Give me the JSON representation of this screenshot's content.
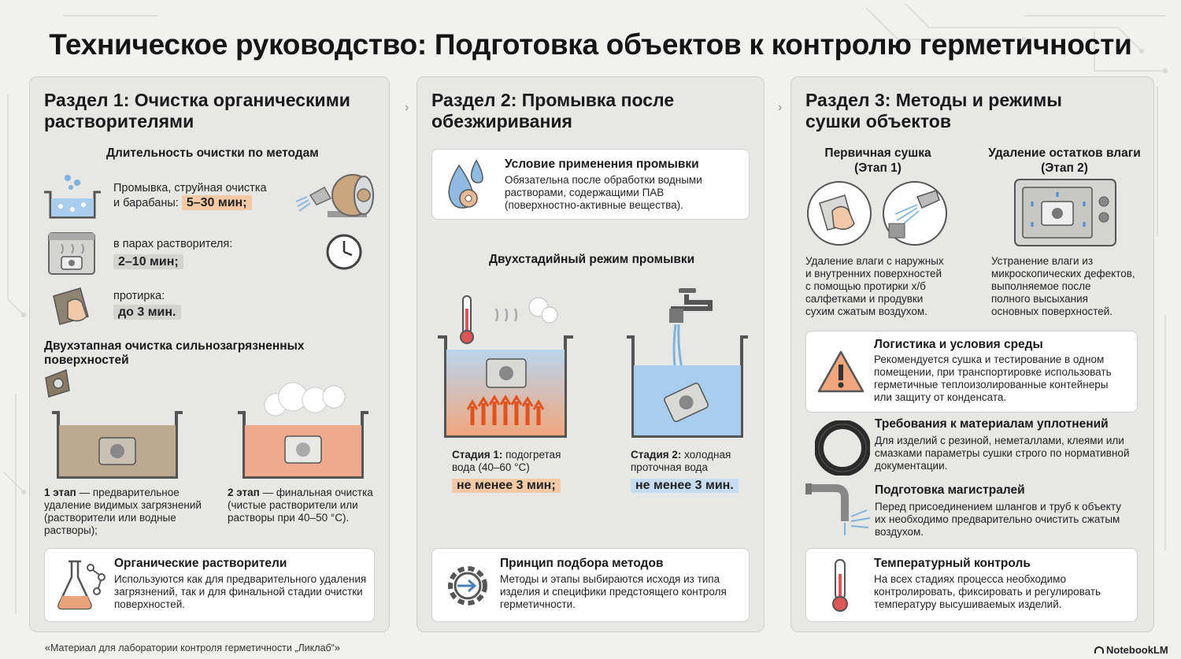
{
  "title": "Техническое руководство: Подготовка объектов к контролю герметичности",
  "section1": {
    "title_line1": "Раздел 1: Очистка органическими",
    "title_line2": "растворителями",
    "durations_heading": "Длительность очистки по методам",
    "m1_line1": "Промывка, струйная очистка",
    "m1_line2": "и барабаны:",
    "m1_time": "5–30 мин;",
    "m2_text": "в парах растворителя:",
    "m2_time": "2–10 мин;",
    "m3_text": "протирка:",
    "m3_time": "до 3 мин.",
    "two_stage_heading": "Двухэтапная очистка сильнозагрязненных поверхностей",
    "stage1_bold": "1 этап",
    "stage1_text_l1": " — предварительное",
    "stage1_text_l2": "удаление видимых загрязнений",
    "stage1_text_l3": "(растворители или водные",
    "stage1_text_l4": "растворы);",
    "stage2_bold": "2 этап",
    "stage2_text_l1": " — финальная очистка",
    "stage2_text_l2": "(чистые растворители или",
    "stage2_text_l3": "растворы при 40–50 °C).",
    "card_title": "Органические растворители",
    "card_l1": "Используются как для предварительного удаления",
    "card_l2": "загрязнений, так и для финальной стадии очистки",
    "card_l3": "поверхностей."
  },
  "section2": {
    "title_line1": "Раздел 2: Промывка после",
    "title_line2": "обезжиривания",
    "cond_title": "Условие применения промывки",
    "cond_l1": "Обязательна после обработки водными",
    "cond_l2": "растворами, содержащими ПАВ",
    "cond_l3": "(поверхностно-активные вещества).",
    "mode_heading": "Двухстадийный режим промывки",
    "st1_bold": "Стадия 1:",
    "st1_l1": " подогретая",
    "st1_l2": "вода (40–60 °C)",
    "st1_time": "не менее 3 мин;",
    "st2_bold": "Стадия 2:",
    "st2_l1": " холодная",
    "st2_l2": "проточная вода",
    "st2_time": "не менее 3 мин.",
    "card_title": "Принцип подбора методов",
    "card_l1": "Методы и этапы выбираются исходя из типа",
    "card_l2": "изделия и специфики предстоящего контроля",
    "card_l3": "герметичности."
  },
  "section3": {
    "title_line1": "Раздел 3: Методы и режимы",
    "title_line2": "сушки объектов",
    "primary_h1": "Первичная сушка",
    "primary_h2": "(Этап 1)",
    "secondary_h1": "Удаление остатков влаги",
    "secondary_h2": "(Этап 2)",
    "primary_l1": "Удаление влаги с наружных",
    "primary_l2": "и внутренних поверхностей",
    "primary_l3": "с помощью протирки х/б",
    "primary_l4": "салфетками и продувки",
    "primary_l5": "сухим сжатым воздухом.",
    "secondary_l1": "Устранение влаги из",
    "secondary_l2": "микроскопических дефектов,",
    "secondary_l3": "выполняемое после",
    "secondary_l4": "полного высыхания",
    "secondary_l5": "основных поверхностей.",
    "logistics_title": "Логистика и условия среды",
    "logistics_l1": "Рекомендуется сушка и тестирование в одном",
    "logistics_l2": "помещении, при транспортировке использовать",
    "logistics_l3": "герметичные теплоизолированные контейнеры",
    "logistics_l4": "или защиту от конденсата.",
    "seal_title": "Требования к материалам уплотнений",
    "seal_l1": "Для изделий с резиной, неметаллами, клеями или",
    "seal_l2": "смазками параметры сушки строго по нормативной",
    "seal_l3": "документации.",
    "pipes_title": "Подготовка магистралей",
    "pipes_l1": "Перед присоединением шлангов и труб к объекту",
    "pipes_l2": "их необходимо предварительно очистить сжатым",
    "pipes_l3": "воздухом.",
    "temp_title": "Температурный контроль",
    "temp_l1": "На всех стадиях процесса необходимо",
    "temp_l2": "контролировать, фиксировать и регулировать",
    "temp_l3": "температуру высушиваемых изделий."
  },
  "footer": "«Материал для лаборатории контроля герметичности „Ликлаб“»",
  "brand": "NotebookLM"
}
